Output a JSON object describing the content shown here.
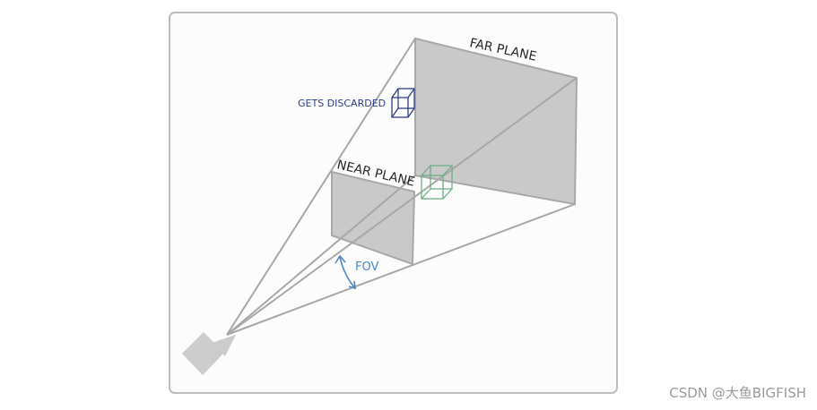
{
  "diagram": {
    "far_plane_label": "FAR PLANE",
    "near_plane_label": "NEAR PLANE",
    "discarded_label": "GETS DISCARDED",
    "fov_label": "FOV"
  },
  "colors": {
    "frame_border": "#bdbdbd",
    "plane_fill": "#c9c9c9",
    "lines": "#a8a8a8",
    "discarded_cube": "#2f3f8a",
    "inside_cube": "#6fae86",
    "fov_arrow": "#4a86c5"
  },
  "watermark": "CSDN @大鱼BIGFISH"
}
